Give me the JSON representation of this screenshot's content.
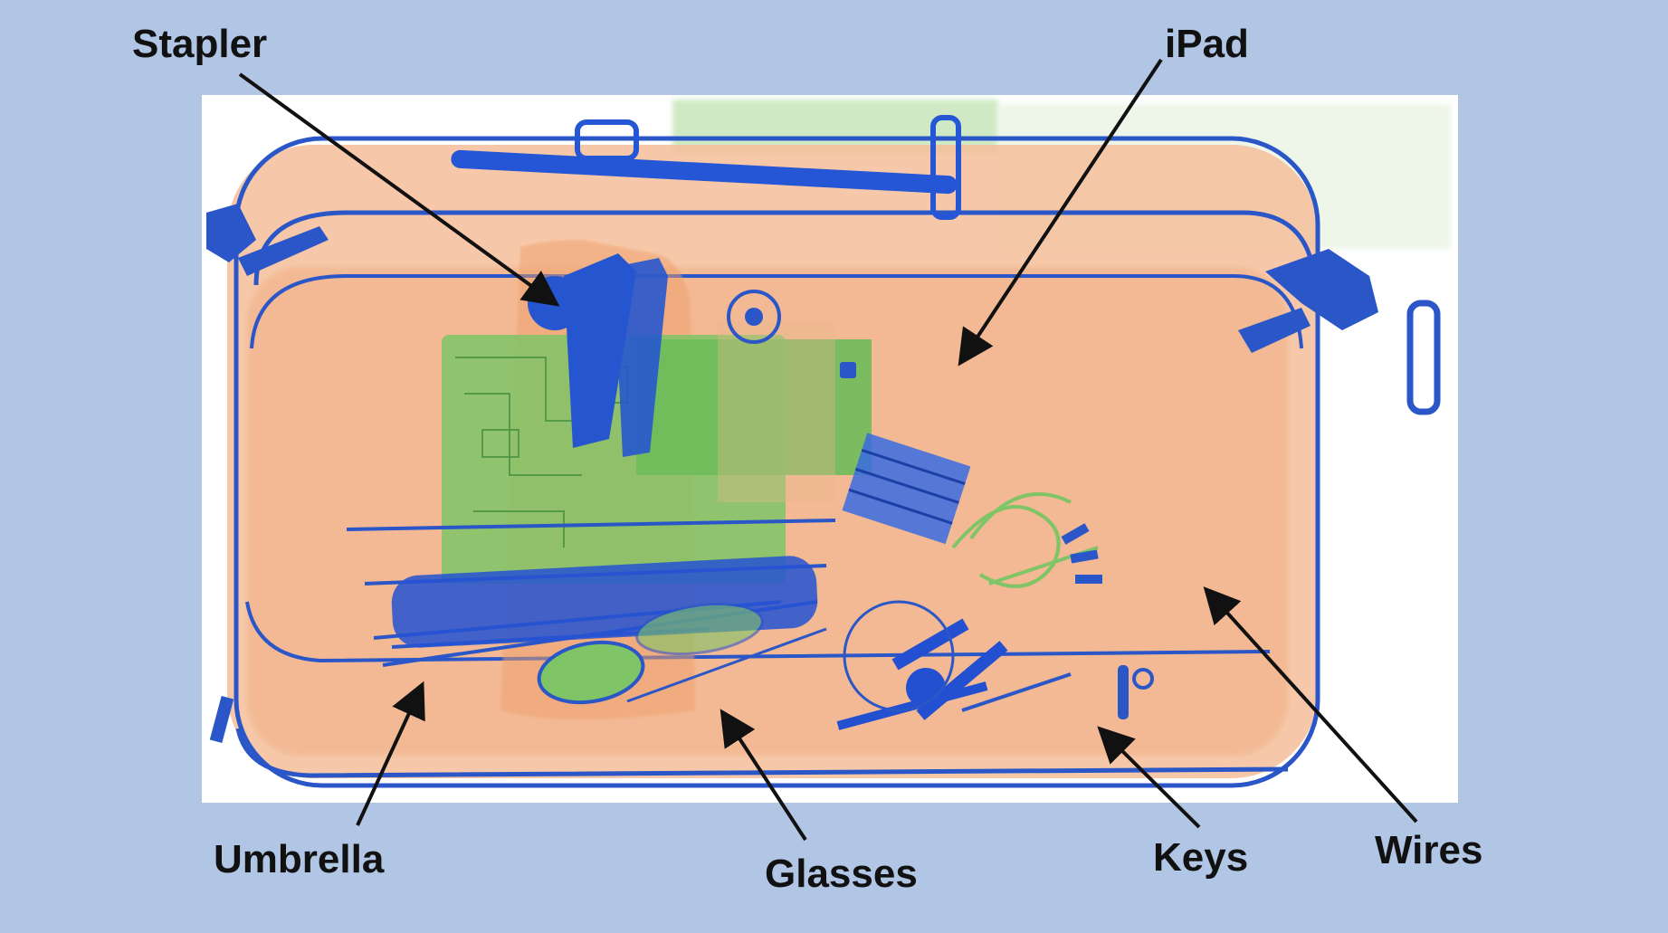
{
  "labels": {
    "stapler": "Stapler",
    "ipad": "iPad",
    "umbrella": "Umbrella",
    "glasses": "Glasses",
    "keys": "Keys",
    "wires": "Wires"
  },
  "colors": {
    "background": "#b1c5e5",
    "image_background": "#ffffff",
    "organic": "#f2b48c",
    "inorganic": "#7fc466",
    "metal": "#1f4fd0",
    "arrow": "#111111"
  }
}
